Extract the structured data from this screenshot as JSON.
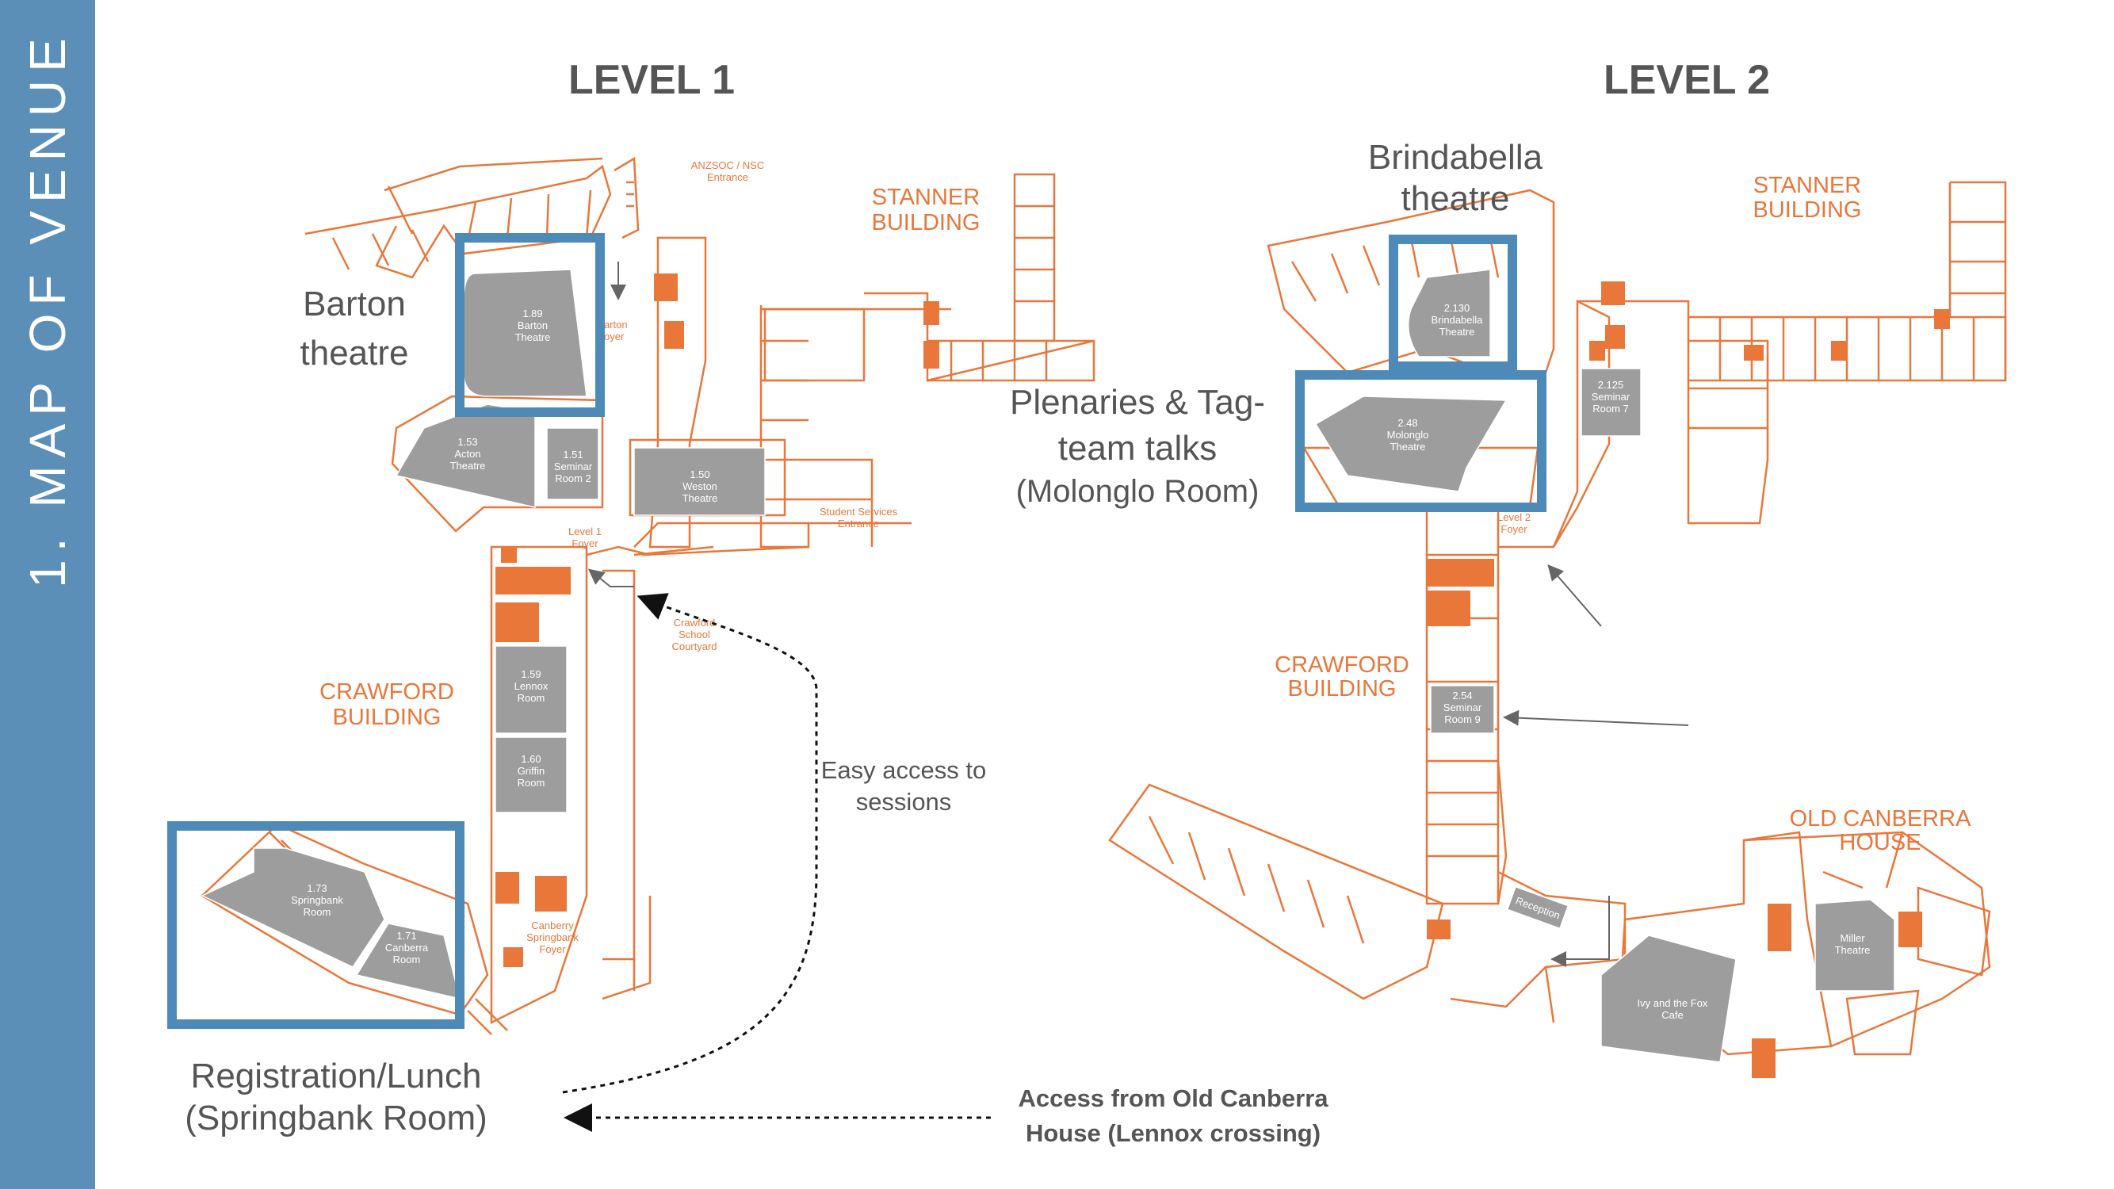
{
  "sidebar": {
    "title": "1. MAP OF VENUE"
  },
  "level1": {
    "title": "LEVEL 1",
    "buildings": {
      "stanner": [
        "STANNER",
        "BUILDING"
      ],
      "crawford": [
        "CRAWFORD",
        "BUILDING"
      ]
    },
    "rooms": {
      "barton": [
        "1.89",
        "Barton",
        "Theatre"
      ],
      "acton": [
        "1.53",
        "Acton",
        "Theatre"
      ],
      "seminar2": [
        "1.51",
        "Seminar",
        "Room 2"
      ],
      "weston": [
        "1.50",
        "Weston",
        "Theatre"
      ],
      "lennox": [
        "1.59",
        "Lennox",
        "Room"
      ],
      "griffin": [
        "1.60",
        "Griffin",
        "Room"
      ],
      "springbank": [
        "1.73",
        "Springbank",
        "Room"
      ],
      "canberra": [
        "1.71",
        "Canberra",
        "Room"
      ]
    },
    "entrances": {
      "anzsoc": [
        "ANZSOC / NSC",
        "Entrance"
      ],
      "barton_foyer": [
        "arton",
        "oyer"
      ],
      "student_services": [
        "Student Services",
        "Entrance"
      ],
      "level1_foyer": [
        "Level 1",
        "Foyer"
      ],
      "courtyard": [
        "Crawford",
        "School",
        "Courtyard"
      ],
      "springbank_foyer": [
        "Canberry",
        "Springbank",
        "Foyer"
      ]
    },
    "annotations": {
      "barton": [
        "Barton",
        "theatre"
      ],
      "registration": [
        "Registration/Lunch",
        "(Springbank Room)"
      ],
      "easy_access": [
        "Easy access to",
        "sessions"
      ]
    }
  },
  "level2": {
    "title": "LEVEL 2",
    "buildings": {
      "stanner": [
        "STANNER",
        "BUILDING"
      ],
      "crawford": [
        "CRAWFORD",
        "BUILDING"
      ],
      "old_canberra": [
        "OLD CANBERRA",
        "HOUSE"
      ]
    },
    "rooms": {
      "brindabella": [
        "2.130",
        "Brindabella",
        "Theatre"
      ],
      "molonglo": [
        "2.48",
        "Molonglo",
        "Theatre"
      ],
      "seminar7": [
        "2.125",
        "Seminar",
        "Room 7"
      ],
      "seminar9": [
        "2.54",
        "Seminar",
        "Room 9"
      ],
      "miller": [
        "Miller",
        "Theatre"
      ],
      "ivy": [
        "Ivy and the Fox",
        "Cafe"
      ],
      "reception": "Reception"
    },
    "entrances": {
      "level2_foyer": [
        "Level 2",
        "Foyer"
      ]
    },
    "annotations": {
      "brindabella": [
        "Brindabella",
        "theatre"
      ],
      "plenaries": [
        "Plenaries & Tag-",
        "team talks",
        "(Molonglo Room)"
      ]
    }
  },
  "footer": {
    "access_old_canberra": [
      "Access from Old Canberra",
      "House (Lennox crossing)"
    ]
  },
  "colors": {
    "sidebar": "#5b8fb8",
    "highlight": "#4d8ab8",
    "walls": "#e9773a",
    "rooms": "#9d9d9d",
    "text": "#555555"
  }
}
